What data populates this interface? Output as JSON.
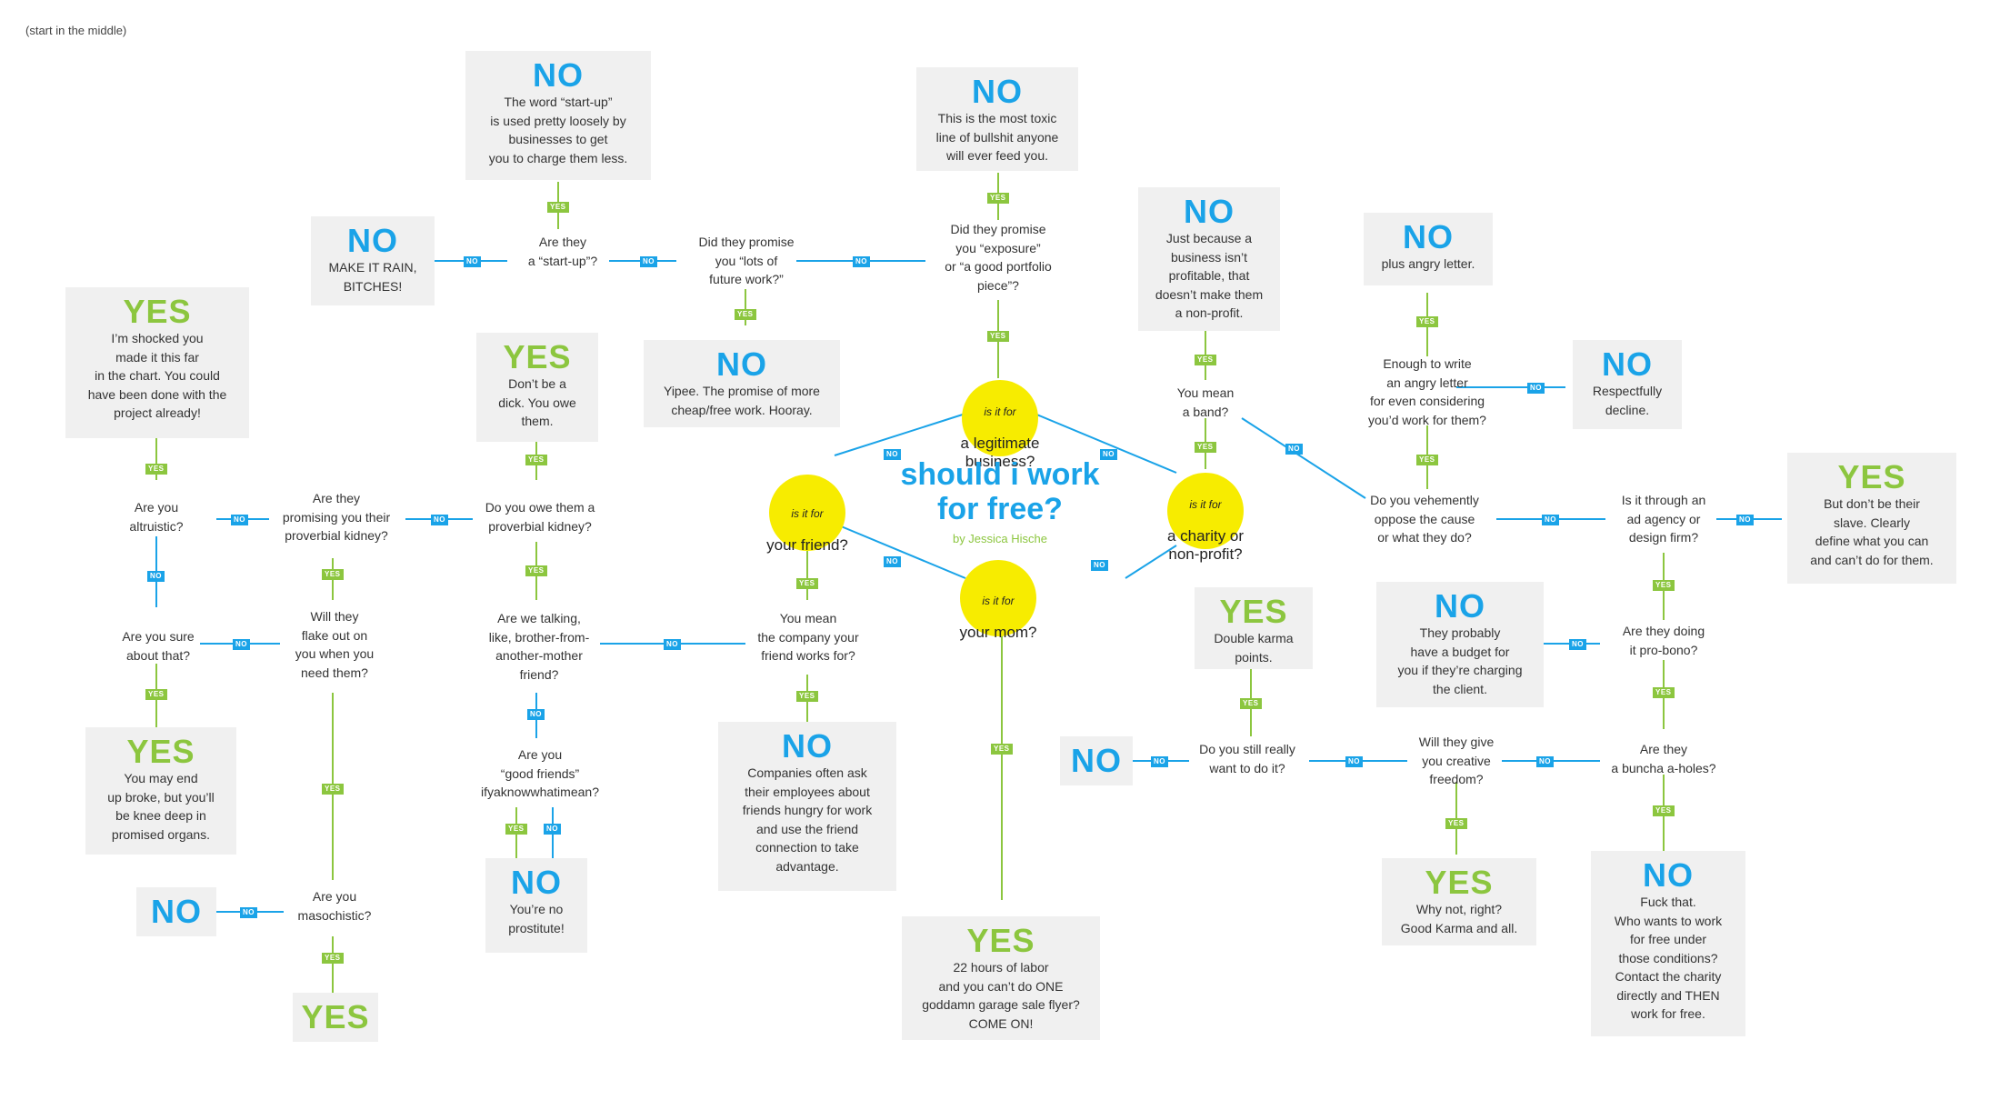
{
  "header": {
    "start_note": "(start in the middle)"
  },
  "center": {
    "title": "should i work\nfor free?",
    "byline": "by Jessica Hische"
  },
  "circles": {
    "business": {
      "small": "is it for",
      "main": "a legitimate\nbusiness?"
    },
    "friend": {
      "small": "is it for",
      "main": "your friend?"
    },
    "charity": {
      "small": "is it for",
      "main": "a charity or\nnon-profit?"
    },
    "mom": {
      "small": "is it for",
      "main": "your mom?"
    }
  },
  "tags": {
    "yes": "YES",
    "no": "NO"
  },
  "answers": {
    "startup": {
      "word": "NO",
      "text": "The word “start-up”\nis used pretty loosely by\nbusinesses to get\nyou to charge them less."
    },
    "exposure": {
      "word": "NO",
      "text": "This is the most toxic\nline of bullshit anyone\nwill ever feed you."
    },
    "make_it_rain": {
      "word": "NO",
      "text": "MAKE IT RAIN,\nBITCHES!"
    },
    "future_work": {
      "word": "NO",
      "text": "Yipee. The promise of more\ncheap/free work. Hooray."
    },
    "shocked": {
      "word": "YES",
      "text": "I’m shocked you\nmade it this far\nin the chart. You could\nhave been done with the\nproject already!"
    },
    "dont_be_dick": {
      "word": "YES",
      "text": "Don’t be a\ndick. You owe\nthem."
    },
    "broke": {
      "word": "YES",
      "text": "You may end\nup broke, but you’ll\nbe knee deep in\npromised organs."
    },
    "masochistic_no": {
      "word": "NO",
      "text": ""
    },
    "masochistic_yes": {
      "word": "YES",
      "text": ""
    },
    "prostitute": {
      "word": "NO",
      "text": "You’re no\nprostitute!"
    },
    "companies": {
      "word": "NO",
      "text": "Companies often ask\ntheir employees about\nfriends hungry for work\nand use the friend\nconnection to take\nadvantage."
    },
    "garage": {
      "word": "YES",
      "text": "22 hours of labor\nand you can’t do ONE\ngoddamn garage sale flyer?\nCOME ON!"
    },
    "non_profit": {
      "word": "NO",
      "text": "Just because a\nbusiness isn’t\nprofitable, that\ndoesn’t make them\na non-profit."
    },
    "angry_letter": {
      "word": "NO",
      "text": "plus angry letter."
    },
    "respectfully": {
      "word": "NO",
      "text": "Respectfully\ndecline."
    },
    "slave": {
      "word": "YES",
      "text": "But don’t be their\nslave. Clearly\ndefine what you can\nand can’t do for them."
    },
    "double_karma": {
      "word": "YES",
      "text": "Double karma\npoints."
    },
    "budget": {
      "word": "NO",
      "text": "They probably\nhave a budget for\nyou if they’re charging\nthe client."
    },
    "still_want_no": {
      "word": "NO",
      "text": ""
    },
    "good_karma": {
      "word": "YES",
      "text": "Why not, right?\nGood Karma and all."
    },
    "fuck_that": {
      "word": "NO",
      "text": "Fuck that.\nWho wants to work\nfor free under\nthose conditions?\nContact the charity\ndirectly and THEN\nwork for free."
    }
  },
  "questions": {
    "startup": "Are they\na “start-up”?",
    "future_work": "Did they promise\nyou “lots of\nfuture work?”",
    "exposure": "Did they promise\nyou “exposure”\nor “a good portfolio\npiece”?",
    "altruistic": "Are you\naltruistic?",
    "kidney_promise": "Are they\npromising you their\nproverbial kidney?",
    "owe_kidney": "Do you owe them a\nproverbial kidney?",
    "sure": "Are you sure\nabout that?",
    "flake": "Will they\nflake out on\nyou when you\nneed them?",
    "brother": "Are we talking,\nlike, brother-from-\nanother-mother\nfriend?",
    "good_friends": "Are you\n“good friends”\nifyaknowwhatimean?",
    "masochistic": "Are you\nmasochistic?",
    "company": "You mean\nthe company your\nfriend works for?",
    "band": "You mean\na band?",
    "enough_letter": "Enough to write\nan angry letter\nfor even considering\nyou’d work for them?",
    "oppose": "Do you vehemently\noppose the cause\nor what they do?",
    "agency": "Is it through an\nad agency or\ndesign firm?",
    "pro_bono": "Are they doing\nit pro-bono?",
    "still_want": "Do you still really\nwant to do it?",
    "creative": "Will they give\nyou creative\nfreedom?",
    "aholes": "Are they\na buncha a-holes?"
  },
  "colors": {
    "no": "#1aa3e8",
    "yes": "#8cc63f",
    "circle": "#f7ec00",
    "box": "#f0f0f0"
  }
}
